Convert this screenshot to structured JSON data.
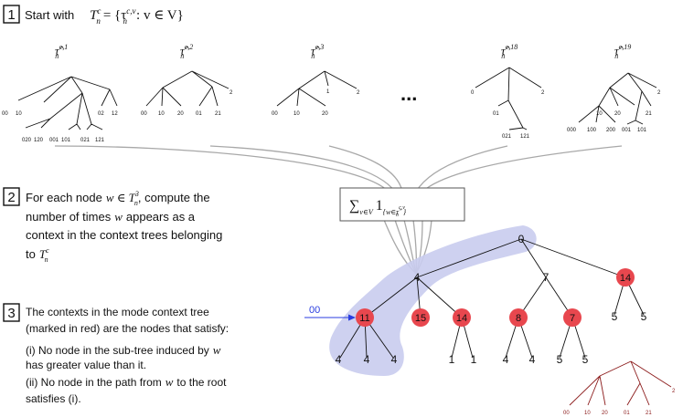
{
  "step1": {
    "number": "1",
    "text": "Start with",
    "formula": "T",
    "formula_sup": "c",
    "formula_sub": "n",
    "formula_rest": "= {τ",
    "formula_rest_sup": "c,v",
    "formula_rest_sub": "n",
    "formula_tail": ": v ∈ V}"
  },
  "trees": [
    {
      "label": "τ̂",
      "sup": "c,1",
      "sub": "n",
      "leaves": [
        "00",
        "10",
        "020",
        "120",
        "001",
        "101",
        "021",
        "121",
        "02",
        "12"
      ]
    },
    {
      "label": "τ̂",
      "sup": "c,2",
      "sub": "n",
      "leaves": [
        "00",
        "10",
        "20",
        "01",
        "21",
        "2"
      ]
    },
    {
      "label": "τ̂",
      "sup": "c,3",
      "sub": "n",
      "leaves": [
        "00",
        "10",
        "20",
        "1",
        "2"
      ]
    },
    {
      "label": "τ̂",
      "sup": "c,18",
      "sub": "n",
      "leaves": [
        "0",
        "01",
        "021",
        "121",
        "2"
      ]
    },
    {
      "label": "τ̂",
      "sup": "c,19",
      "sub": "n",
      "leaves": [
        "000",
        "100",
        "200",
        "10",
        "20",
        "001",
        "101",
        "21",
        "2"
      ]
    }
  ],
  "ellipsis": "...",
  "step2": {
    "number": "2",
    "line1_pre": "For each node",
    "line1_math": "w ∈ T",
    "line1_sup": "3",
    "line1_sub": "n",
    "line1_post": ", compute the",
    "line2_pre": "number of times",
    "line2_math": "w",
    "line2_post": "appears as a",
    "line3": "context in the context trees belonging",
    "line4_pre": "to",
    "line4_math": "T",
    "line4_sup": "c",
    "line4_sub": "n"
  },
  "sum_box": {
    "sigma": "∑",
    "sigma_sub": "v∈V",
    "indicator": "1",
    "indicator_sub": "{w∈τ̂",
    "indicator_sub_sup": "c,v",
    "indicator_sub_sub": "n",
    "indicator_close": "}"
  },
  "step3": {
    "number": "3",
    "line1": "The contexts in the mode context tree",
    "line2": "(marked in red) are the nodes that satisfy:",
    "line3_pre": "(i) No node in the sub-tree induced by",
    "line3_math": "w",
    "line4": "has greater value than it.",
    "line5_pre": "(ii) No node in the path from",
    "line5_math": "w",
    "line5_post": "to the root",
    "line6": "satisfies (i)."
  },
  "count_tree": {
    "root": "0",
    "level1": [
      "4",
      "7",
      "14"
    ],
    "level2": [
      "11",
      "15",
      "14",
      "8",
      "7",
      "5",
      "5"
    ],
    "level3": [
      "4",
      "4",
      "4",
      "1",
      "1",
      "4",
      "4",
      "5",
      "5"
    ],
    "red_nodes": [
      "11",
      "15",
      "14",
      "8",
      "7",
      "14"
    ],
    "pointer_label": "00"
  },
  "mode_tree": {
    "leaves": [
      "00",
      "10",
      "20",
      "01",
      "21",
      "2"
    ]
  },
  "colors": {
    "red_node": "#e8474e",
    "highlight": "#c9ccee",
    "pointer": "#2a3ee0",
    "mode_tree": "#8b1a1a",
    "connector": "#a8a8a8"
  }
}
